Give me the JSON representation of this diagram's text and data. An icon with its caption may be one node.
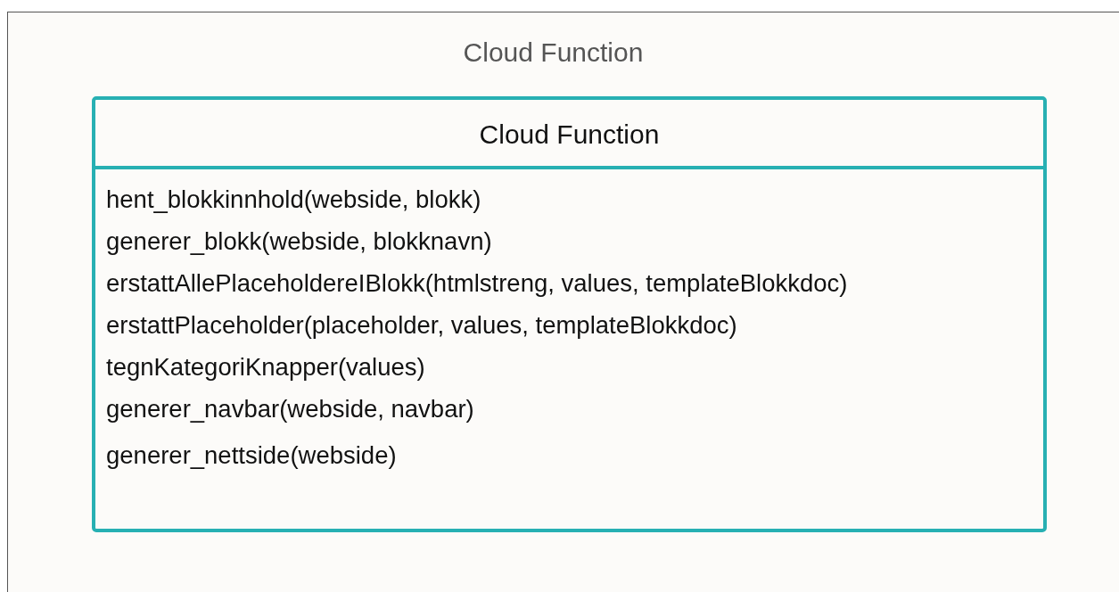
{
  "diagram": {
    "title": "Cloud Function",
    "nodes": [
      {
        "text": [
          "Cloud Function",
          "hent_blokkinnhold(webside, blokk)",
          "generer_blokk(webside, blokknavn)",
          "erstattAllePlaceholdereIBlokk(htmlstreng, values, templateBlokkdoc)",
          "erstattPlaceholder(placeholder, values, templateBlokkdoc)",
          "tegnKategoriKnapper(values)",
          "generer_navbar(webside, navbar)",
          "generer_nettside(webside)"
        ]
      }
    ],
    "edges": []
  }
}
